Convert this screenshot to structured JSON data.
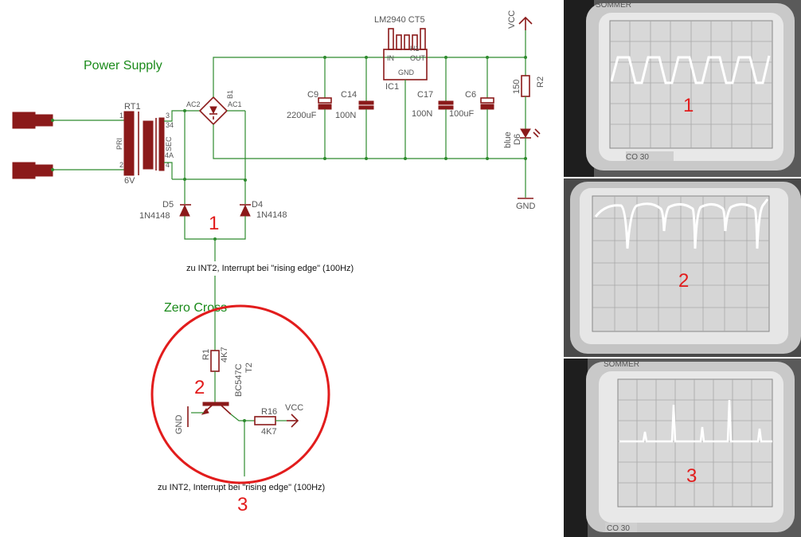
{
  "sections": {
    "power_supply": "Power Supply",
    "zero_cross": "Zero Cross"
  },
  "transformer": {
    "ref": "RT1",
    "pri": "PRI",
    "sec": "SEC",
    "pin1": "1",
    "pin2": "2",
    "pin3": "3",
    "pin34": "34",
    "pin4A": "4A",
    "pin4": "4",
    "rating": "6V"
  },
  "bridge": {
    "ref": "B1",
    "ac1": "AC1",
    "ac2": "AC2"
  },
  "regulator": {
    "part": "LM2940 CT5",
    "ref": "IC1",
    "heatsink": "H1",
    "in": "IN",
    "out": "OUT",
    "gnd": "GND"
  },
  "caps": [
    {
      "ref": "C9",
      "value": "2200uF"
    },
    {
      "ref": "C14",
      "value": "100N"
    },
    {
      "ref": "C17",
      "value": "100N"
    },
    {
      "ref": "C6",
      "value": "100uF"
    }
  ],
  "rails": {
    "vcc": "VCC",
    "gnd": "GND"
  },
  "led": {
    "ref": "D6",
    "color": "blue"
  },
  "r2": {
    "ref": "R2",
    "value": "150"
  },
  "diodes": [
    {
      "ref": "D5",
      "part": "1N4148"
    },
    {
      "ref": "D4",
      "part": "1N4148"
    }
  ],
  "r1": {
    "ref": "R1",
    "value": "4K7"
  },
  "transistor": {
    "ref": "T2",
    "part": "BC547C"
  },
  "r16": {
    "ref": "R16",
    "value": "4K7"
  },
  "notes": {
    "int_note_top": "zu INT2, Interrupt bei \"rising edge\" (100Hz)",
    "int_note_bottom": "zu INT2, Interrupt bei \"rising edge\" (100Hz)"
  },
  "markers": {
    "m1": "1",
    "m2": "2",
    "m3": "3"
  },
  "scopes": [
    {
      "label": "1",
      "brand_top": "SOMMER",
      "brand_bottom": "CO 30"
    },
    {
      "label": "2",
      "brand_top": "",
      "brand_bottom": ""
    },
    {
      "label": "3",
      "brand_top": "SOMMER",
      "brand_bottom": "CO 30"
    }
  ],
  "colors": {
    "wire": "#2e8b2e",
    "symbol": "#8b1a1a",
    "marker": "#e21c1c",
    "title": "#1a8a1a"
  }
}
